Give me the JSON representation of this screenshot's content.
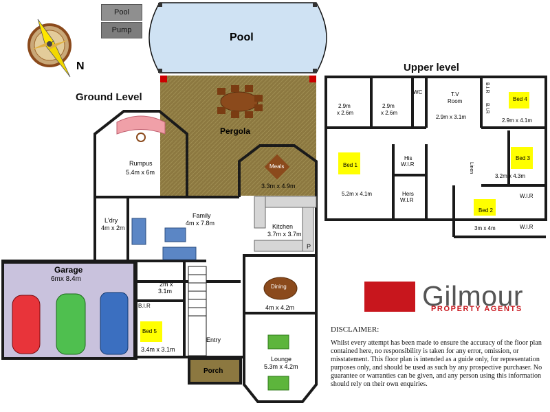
{
  "pool_equipment": {
    "pool": "Pool",
    "pump": "Pump"
  },
  "pool_label": "Pool",
  "compass_label": "N",
  "ground_level": {
    "title": "Ground Level",
    "pergola": "Pergola",
    "rumpus": {
      "name": "Rumpus",
      "size": "5.4m x 6m"
    },
    "meals": {
      "name": "Meals",
      "size": "3.3m x 4.9m"
    },
    "laundry": {
      "name": "L'dry",
      "size": "4m x 2m"
    },
    "family": {
      "name": "Family",
      "size": "4m x 7.8m"
    },
    "kitchen": {
      "name": "Kitchen",
      "size": "3.7m x 3.7m",
      "pantry": "P"
    },
    "garage": {
      "name": "Garage",
      "size": "6mx 8.4m"
    },
    "bath": {
      "size_line1": "2m x",
      "size_line2": "3.1m"
    },
    "bir": "B.I.R",
    "bed5": {
      "name": "Bed 5",
      "size": "3.4m x 3.1m"
    },
    "dining": {
      "name": "Dining",
      "size": "4m x 4.2m"
    },
    "entry": "Entry",
    "lounge": {
      "name": "Lounge",
      "size": "5.3m x 4.2m"
    },
    "porch": "Porch"
  },
  "upper_level": {
    "title": "Upper level",
    "ensuite1": {
      "size_line1": "2.9m",
      "size_line2": "x 2.6m"
    },
    "bath2": {
      "size_line1": "2.9m",
      "size_line2": "x 2.6m"
    },
    "wc": "WC",
    "tv_room": {
      "name_line1": "T.V",
      "name_line2": "Room",
      "size": "2.9m x 3.1m"
    },
    "bir_a": "B.I.R",
    "bir_b": "B.I.R",
    "bed4": {
      "name": "Bed 4",
      "size": "2.9m x 4.1m"
    },
    "bed1": {
      "name": "Bed 1",
      "size": "5.2m x 4.1m"
    },
    "his_wir": {
      "line1": "His",
      "line2": "W.I.R"
    },
    "hers_wir": {
      "line1": "Hers",
      "line2": "W.I.R"
    },
    "linen": "Linen",
    "bed3": {
      "name": "Bed 3",
      "size": "3.2m x 4.3m"
    },
    "bed2": {
      "name": "Bed 2",
      "size": "3m x 4m"
    },
    "wir_a": "W.I.R",
    "wir_b": "W.I.R"
  },
  "logo": {
    "name": "Gilmour",
    "tagline": "PROPERTY AGENTS",
    "brand_red": "#c8161d"
  },
  "disclaimer": {
    "title": "DISCLAIMER:",
    "text": "Whilst every attempt has been made to ensure the accuracy of the floor plan contained here, no responsibility is taken for any error, omission, or misstatement. This floor plan is intended as a guide only, for representation purposes only, and should be used as such by any prospective purchaser. No guarantee or warranties can be given, and any person using this information should rely on their own enquiries."
  },
  "colors": {
    "wall": "#1a1a1a",
    "pool_water": "#cfe2f3",
    "pergola_deck": "#8c7840",
    "garage_floor": "#c9c2dd",
    "bed_label": "#ffff00",
    "couch_blue": "#5b86c5",
    "couch_green": "#5db53c",
    "rug_pink": "#f0a0a8",
    "table_brown": "#8b4a1c"
  }
}
